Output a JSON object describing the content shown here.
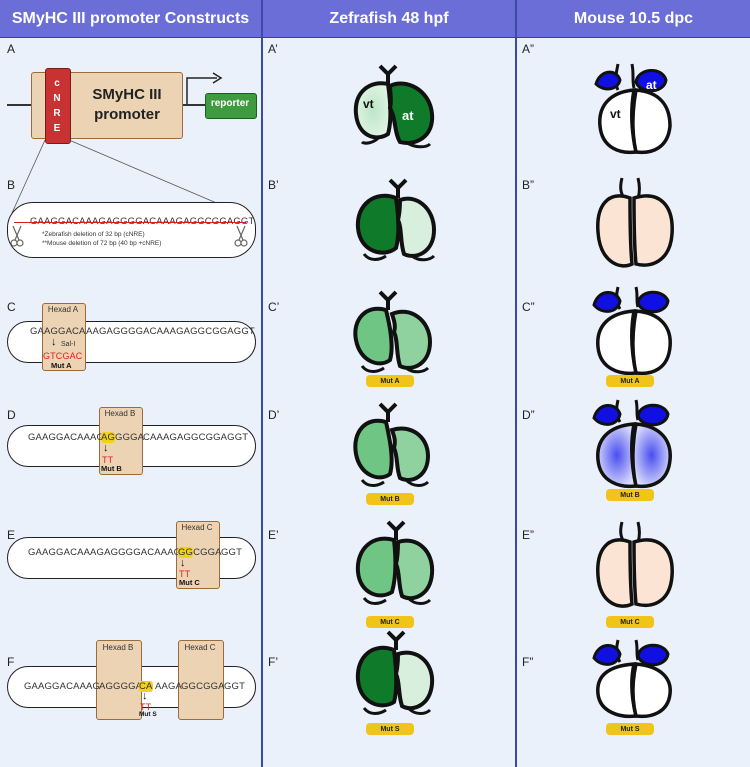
{
  "headers": {
    "constructs": "SMyHC III promoter Constructs",
    "zebrafish": "Zefrafish 48 hpf",
    "mouse": "Mouse 10.5 dpc"
  },
  "panel_labels": {
    "A": "A",
    "B": "B",
    "C": "C",
    "D": "D",
    "E": "E",
    "F": "F",
    "A1": "A’",
    "B1": "B’",
    "C1": "C’",
    "D1": "D’",
    "E1": "E’",
    "F1": "F’",
    "A2": "A”",
    "B2": "B”",
    "C2": "C”",
    "D2": "D”",
    "E2": "E”",
    "F2": "F”"
  },
  "construct_A": {
    "cnre_letters": [
      "c",
      "N",
      "R",
      "E"
    ],
    "promoter_line1": "SMyHC III",
    "promoter_line2": "promoter",
    "reporter": "reporter"
  },
  "construct_B": {
    "sequence": "GAAGGACAAAGAGGGGACAAAGAGGCGGAGGT",
    "note1": "*Zebrafish deletion of 32 bp (cNRE)",
    "note2": "**Mouse deletion of 72 bp (40 bp +cNRE)"
  },
  "construct_C": {
    "seq_left": "GA",
    "hexad_label": "Hexad A",
    "hexad_seq": "AGGACA",
    "seq_right": "AAGAGGGGACAAAGAGGCGGAGGT",
    "enzyme": "Sal-I",
    "replacement": "GTCGAC",
    "mut": "Mut A"
  },
  "construct_D": {
    "seq_left": "GAAGGACAAAG",
    "hexad_label": "Hexad B",
    "hexad_highlight": "AG",
    "hexad_rest": "GGGA",
    "seq_right": "CAAAGAGGCGGAGGT",
    "replacement": "TT",
    "mut": "Mut B"
  },
  "construct_E": {
    "seq_left": "GAAGGACAAAGAGGGGACAAAGA",
    "hexad_label": "Hexad C",
    "hexad_highlight": "GG",
    "hexad_rest": "CGGA",
    "seq_right": "GGT",
    "replacement": "TT",
    "mut": "Mut C"
  },
  "construct_F": {
    "seq_left": "GAAGGACAAAG",
    "hexad_b_label": "Hexad B",
    "hexad_b_seq": "AGGGGA",
    "highlight": "CA",
    "seq_mid": "AAGA",
    "hexad_c_label": "Hexad C",
    "hexad_c_seq": "GGCGGA",
    "seq_right": "GGT",
    "replacement": "TT",
    "mut": "Mut S"
  },
  "heart_labels": {
    "vt": "vt",
    "at": "at"
  },
  "zebrafish_tags": [
    "",
    "",
    "Mut A",
    "Mut B",
    "Mut C",
    "Mut S"
  ],
  "mouse_tags": [
    "",
    "",
    "Mut A",
    "Mut B",
    "Mut C",
    "Mut S"
  ],
  "colors": {
    "header": "#6a6ed6",
    "background": "#eaf1fb",
    "zebrafish_strong": "#0f7a2a",
    "zebrafish_weak": "#7fcf92",
    "mouse_strong": "#1010e0",
    "mouse_weak": "#f6c7a6",
    "tag": "#f0c419",
    "mutation_red": "#e02020"
  }
}
